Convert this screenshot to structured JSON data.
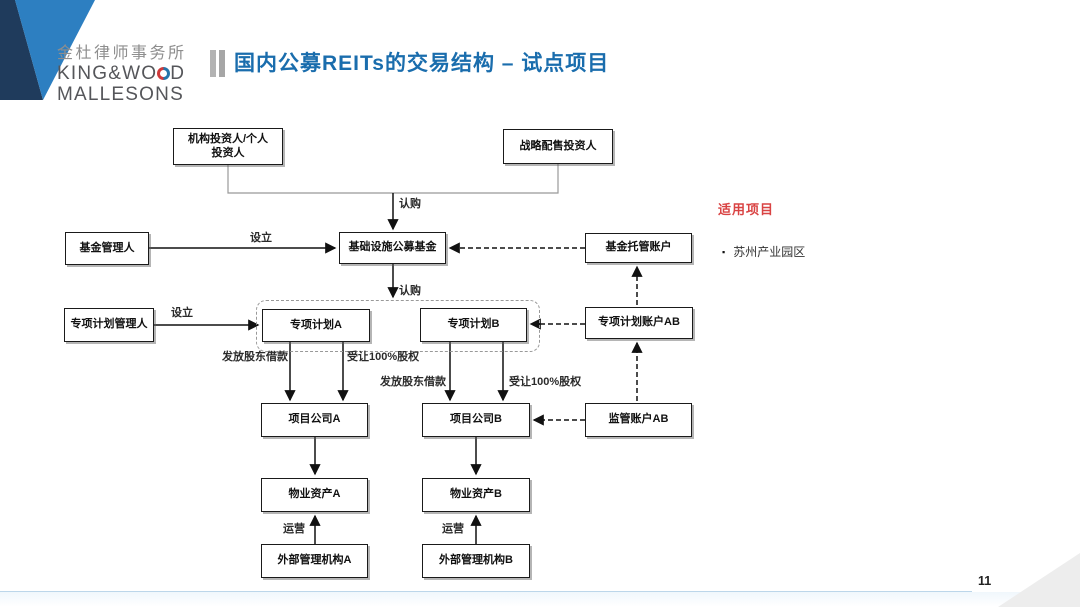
{
  "header": {
    "logo_cn": "金杜律师事务所",
    "logo_en_line1_pre": "KING&WO",
    "logo_en_line1_post": "D",
    "logo_en_line2": "MALLESONS",
    "title": "国内公募REITs的交易结构 – 试点项目"
  },
  "diagram": {
    "nodes": {
      "investor_institutional": "机构投资人/个人\n投资人",
      "investor_strategic": "战略配售投资人",
      "fund_manager": "基金管理人",
      "infra_fund": "基础设施公募基金",
      "custody_account": "基金托管账户",
      "plan_manager": "专项计划管理人",
      "plan_a": "专项计划A",
      "plan_b": "专项计划B",
      "plan_account_ab": "专项计划账户AB",
      "company_a": "项目公司A",
      "company_b": "项目公司B",
      "supervision_account_ab": "监管账户AB",
      "asset_a": "物业资产A",
      "asset_b": "物业资产B",
      "ext_manager_a": "外部管理机构A",
      "ext_manager_b": "外部管理机构B"
    },
    "edge_labels": {
      "subscribe_1": "认购",
      "establish_1": "设立",
      "subscribe_2": "认购",
      "establish_2": "设立",
      "loan_a": "发放股东借款",
      "equity_a": "受让100%股权",
      "loan_b": "发放股东借款",
      "equity_b": "受让100%股权",
      "operate_a": "运营",
      "operate_b": "运营"
    },
    "edges": [
      {
        "from": "investor_institutional",
        "to": "infra_fund",
        "label": "认购",
        "style": "solid"
      },
      {
        "from": "investor_strategic",
        "to": "infra_fund",
        "label": "认购",
        "style": "solid"
      },
      {
        "from": "fund_manager",
        "to": "infra_fund",
        "label": "设立",
        "style": "solid"
      },
      {
        "from": "custody_account",
        "to": "infra_fund",
        "label": "",
        "style": "dashed"
      },
      {
        "from": "infra_fund",
        "to": "plan_group",
        "label": "认购",
        "style": "solid"
      },
      {
        "from": "plan_manager",
        "to": "plan_a",
        "label": "设立",
        "style": "solid"
      },
      {
        "from": "plan_account_ab",
        "to": "plan_b",
        "label": "",
        "style": "dashed"
      },
      {
        "from": "plan_account_ab",
        "to": "custody_account",
        "label": "",
        "style": "dashed"
      },
      {
        "from": "supervision_account_ab",
        "to": "plan_account_ab",
        "label": "",
        "style": "dashed"
      },
      {
        "from": "plan_a",
        "to": "company_a",
        "label": "发放股东借款",
        "style": "solid"
      },
      {
        "from": "plan_a",
        "to": "company_a",
        "label": "受让100%股权",
        "style": "solid"
      },
      {
        "from": "plan_b",
        "to": "company_b",
        "label": "发放股东借款",
        "style": "solid"
      },
      {
        "from": "plan_b",
        "to": "company_b",
        "label": "受让100%股权",
        "style": "solid"
      },
      {
        "from": "supervision_account_ab",
        "to": "company_b",
        "label": "",
        "style": "dashed"
      },
      {
        "from": "company_a",
        "to": "asset_a",
        "label": "",
        "style": "solid"
      },
      {
        "from": "company_b",
        "to": "asset_b",
        "label": "",
        "style": "solid"
      },
      {
        "from": "ext_manager_a",
        "to": "asset_a",
        "label": "运营",
        "style": "solid"
      },
      {
        "from": "ext_manager_b",
        "to": "asset_b",
        "label": "运营",
        "style": "solid"
      }
    ]
  },
  "side_panel": {
    "title": "适用项目",
    "bullet": "▪",
    "items": [
      "苏州产业园区"
    ]
  },
  "footer": {
    "page_number": "11"
  },
  "colors": {
    "title_blue": "#1a6dad",
    "logo_navy": "#1f3b5c",
    "logo_blue": "#2d7fc1",
    "side_title_red": "#d94343",
    "footer_line_blue": "#bcd6ea"
  }
}
